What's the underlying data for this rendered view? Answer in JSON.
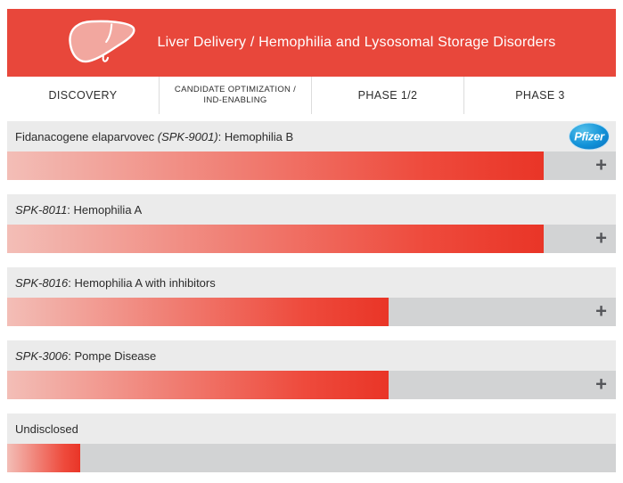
{
  "header": {
    "title": "Liver Delivery / Hemophilia and Lysosomal Storage Disorders",
    "banner_color": "#e8473b",
    "icon": "liver-icon"
  },
  "phase_columns": [
    {
      "line1": "DISCOVERY",
      "line2": ""
    },
    {
      "line1": "CANDIDATE OPTIMIZATION /",
      "line2": "IND-ENABLING"
    },
    {
      "line1": "PHASE 1/2",
      "line2": ""
    },
    {
      "line1": "PHASE 3",
      "line2": ""
    }
  ],
  "rows": [
    {
      "name_regular": "Fidanacogene elaparvovec ",
      "name_italic": "(SPK-9001)",
      "name_rest": ": Hemophilia B",
      "progress_pct": 88.1,
      "expand_label": "+",
      "partner": "Pfizer"
    },
    {
      "name_regular": "",
      "name_italic": "SPK-8011",
      "name_rest": ": Hemophilia A",
      "progress_pct": 88.1,
      "expand_label": "+"
    },
    {
      "name_regular": "",
      "name_italic": "SPK-8016",
      "name_rest": ": Hemophilia A with inhibitors",
      "progress_pct": 62.7,
      "expand_label": "+"
    },
    {
      "name_regular": "",
      "name_italic": "SPK-3006",
      "name_rest": ": Pompe Disease",
      "progress_pct": 62.7,
      "expand_label": "+"
    },
    {
      "name_regular": "Undisclosed",
      "name_italic": "",
      "name_rest": "",
      "progress_pct": 12,
      "expand_label": ""
    }
  ],
  "icons": {
    "header_icon": "liver-icon",
    "expand_icon": "plus-icon"
  },
  "colors": {
    "banner_red": "#e8473b",
    "liver_fill_pink": "#f2a79f",
    "bar_gradient_start": "#f3beb7",
    "bar_gradient_end": "#e93527",
    "track_gray": "#d2d3d4",
    "label_band_gray": "#ebebeb",
    "plus_gray": "#55565a",
    "pfizer_blue": "#1292d8",
    "divider_gray": "#dcdcdc"
  },
  "chart_data": {
    "type": "bar",
    "orientation": "horizontal",
    "title": "Liver Delivery / Hemophilia and Lysosomal Storage Disorders",
    "phase_axis": [
      "DISCOVERY",
      "CANDIDATE OPTIMIZATION / IND-ENABLING",
      "PHASE 1/2",
      "PHASE 3"
    ],
    "bars": [
      {
        "label": "Fidanacogene elaparvovec (SPK-9001): Hemophilia B",
        "reached_phase": "Phase 3 (mid)",
        "fraction_of_track": 0.88,
        "partner": "Pfizer"
      },
      {
        "label": "SPK-8011: Hemophilia A",
        "reached_phase": "Phase 3 (mid)",
        "fraction_of_track": 0.88
      },
      {
        "label": "SPK-8016: Hemophilia A with inhibitors",
        "reached_phase": "Phase 1/2 (mid)",
        "fraction_of_track": 0.63
      },
      {
        "label": "SPK-3006: Pompe Disease",
        "reached_phase": "Phase 1/2 (mid)",
        "fraction_of_track": 0.63
      },
      {
        "label": "Undisclosed",
        "reached_phase": "Discovery (mid)",
        "fraction_of_track": 0.12
      }
    ],
    "legend": "none",
    "grid": "off"
  }
}
